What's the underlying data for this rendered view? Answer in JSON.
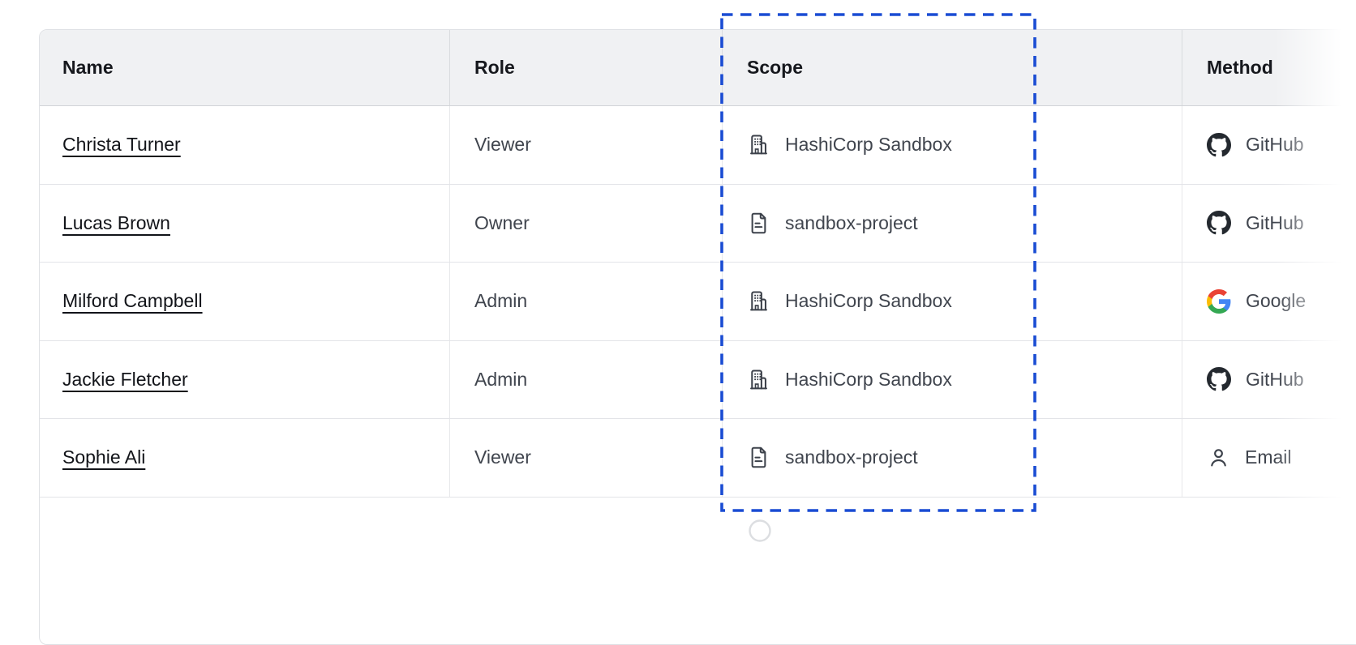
{
  "accent": {
    "highlight_border_color": "#1a4cd3",
    "header_bg_color": "#f0f1f3",
    "github_color": "#24292f"
  },
  "table": {
    "columns": [
      {
        "key": "name",
        "label": "Name"
      },
      {
        "key": "role",
        "label": "Role"
      },
      {
        "key": "scope",
        "label": "Scope"
      },
      {
        "key": "method",
        "label": "Method"
      }
    ],
    "rows": [
      {
        "name": "Christa Turner",
        "role": "Viewer",
        "scope": "HashiCorp Sandbox",
        "scope_icon": "org-building-icon",
        "method": "GitHub",
        "method_icon": "github-icon"
      },
      {
        "name": "Lucas Brown",
        "role": "Owner",
        "scope": "sandbox-project",
        "scope_icon": "project-file-icon",
        "method": "GitHub",
        "method_icon": "github-icon"
      },
      {
        "name": "Milford Campbell",
        "role": "Admin",
        "scope": "HashiCorp Sandbox",
        "scope_icon": "org-building-icon",
        "method": "Google",
        "method_icon": "google-icon"
      },
      {
        "name": "Jackie Fletcher",
        "role": "Admin",
        "scope": "HashiCorp Sandbox",
        "scope_icon": "org-building-icon",
        "method": "GitHub",
        "method_icon": "github-icon"
      },
      {
        "name": "Sophie Ali",
        "role": "Viewer",
        "scope": "sandbox-project",
        "scope_icon": "project-file-icon",
        "method": "Email",
        "method_icon": "email-user-icon"
      }
    ]
  },
  "highlight": {
    "target": "scope-column"
  }
}
